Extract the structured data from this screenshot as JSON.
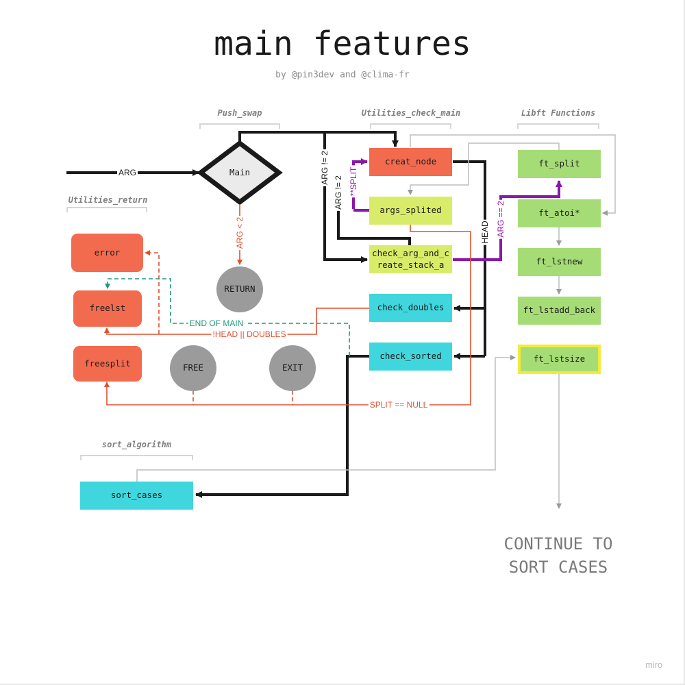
{
  "title": "main features",
  "subtitle": "by @pin3dev and @clima-fr",
  "sections": {
    "push_swap": "Push_swap",
    "utilities_check_main": "Utilities_check_main",
    "libft_functions": "Libft Functions",
    "utilities_return": "Utilities_return",
    "sort_algorithm": "sort_algorithm"
  },
  "nodes": {
    "main": "Main",
    "creat_node": "creat_node",
    "args_splited": "args_splited",
    "check_arg_and_create_stack_a": "check_arg_and_c\nreate_stack_a",
    "check_doubles": "check_doubles",
    "check_sorted": "check_sorted",
    "ft_split": "ft_split",
    "ft_atoi": "ft_atoi*",
    "ft_lstnew": "ft_lstnew",
    "ft_lstadd_back": "ft_lstadd_back",
    "ft_lstsize": "ft_lstsize",
    "error": "error",
    "freelst": "freelst",
    "freesplit": "freesplit",
    "return": "RETURN",
    "free": "FREE",
    "exit": "EXIT",
    "sort_cases": "sort_cases"
  },
  "edge_labels": {
    "arg_in": "ARG",
    "arg_lt_2": "ARG < 2",
    "arg_ne_2_a": "ARG != 2",
    "arg_ne_2_b": "ARG != 2",
    "split_ptr": "**SPLIT",
    "head": "HEAD",
    "arg_eq_2": "ARG == 2",
    "end_of_main": "END OF MAIN",
    "head_or_doubles": "!HEAD || DOUBLES",
    "split_null": "SPLIT == NULL"
  },
  "footer": {
    "continue": "CONTINUE TO\nSORT CASES",
    "brand": "miro"
  },
  "colors": {
    "black_flow": "#1a1a1a",
    "error_flow": "#e0502e",
    "end_flow": "#1e9a7a",
    "split_flow": "#8a18a8",
    "libft_flow": "#bdbdbd",
    "highlight": "#f4ea3c"
  }
}
